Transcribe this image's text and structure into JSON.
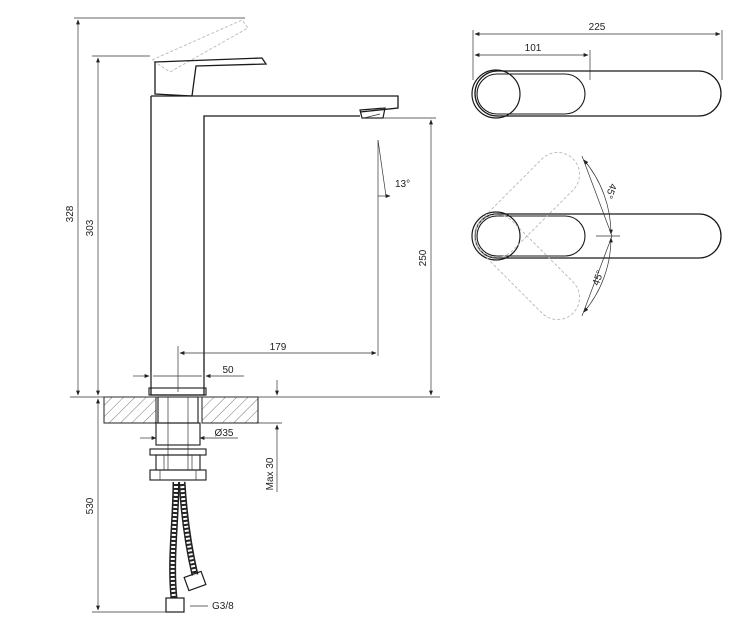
{
  "dimensions": {
    "total_height": "328",
    "spout_height": "303",
    "outlet_height": "250",
    "below_counter": "530",
    "reach": "179",
    "base_width": "50",
    "thread_dia": "Ø35",
    "counter_thickness": "Max 30",
    "spray_angle": "13°",
    "handle_length": "225",
    "handle_offset": "101",
    "rotation_up": "45°",
    "rotation_down": "45°",
    "connector": "G3/8"
  }
}
